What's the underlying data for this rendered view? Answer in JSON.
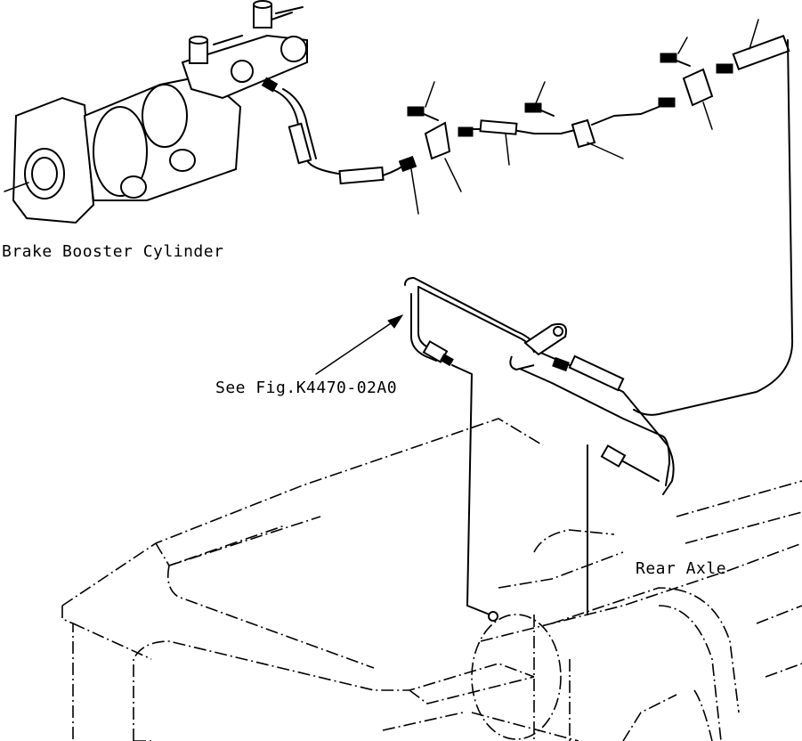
{
  "labels": {
    "booster": "Brake Booster Cylinder",
    "see_fig": "See Fig.K4470-02A0",
    "rear_axle": "Rear Axle"
  }
}
